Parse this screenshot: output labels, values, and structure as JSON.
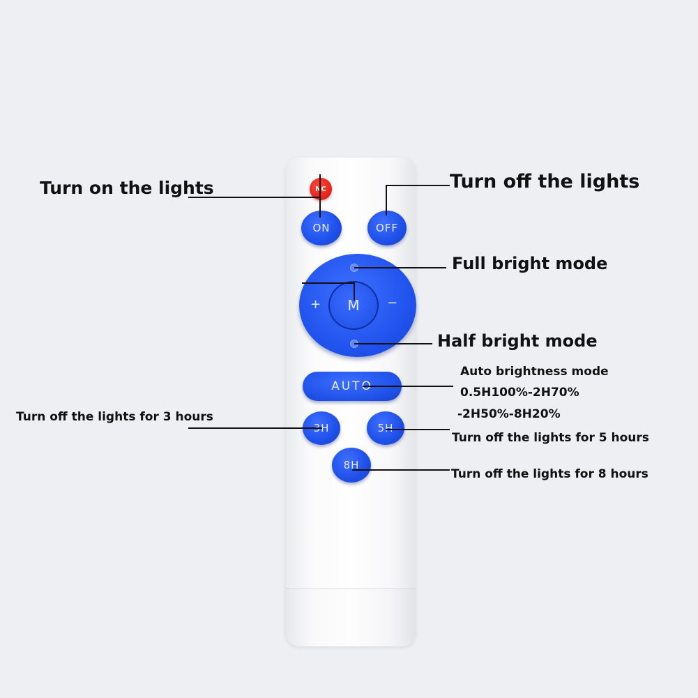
{
  "remote": {
    "buttons": {
      "nc": "NC",
      "on": "ON",
      "off": "OFF",
      "mode": "M",
      "plus": "+",
      "minus": "−",
      "auto": "AUTO",
      "h3": "3H",
      "h5": "5H",
      "h8": "8H"
    }
  },
  "labels": {
    "turn_on": "Turn on the lights",
    "turn_off": "Turn off the lights",
    "full_bright": "Full bright mode",
    "half_bright": "Half bright mode",
    "auto_title": "Auto brightness mode",
    "auto_line1": "0.5H100%-2H70%",
    "auto_line2": "-2H50%-8H20%",
    "off_3h": "Turn off the lights for 3 hours",
    "off_5h": "Turn off the lights for 5 hours",
    "off_8h": "Turn off the lights for 8 hours"
  },
  "colors": {
    "button_blue": "#1e4fe8",
    "nc_red": "#e3201a",
    "background": "#eeeff3"
  }
}
